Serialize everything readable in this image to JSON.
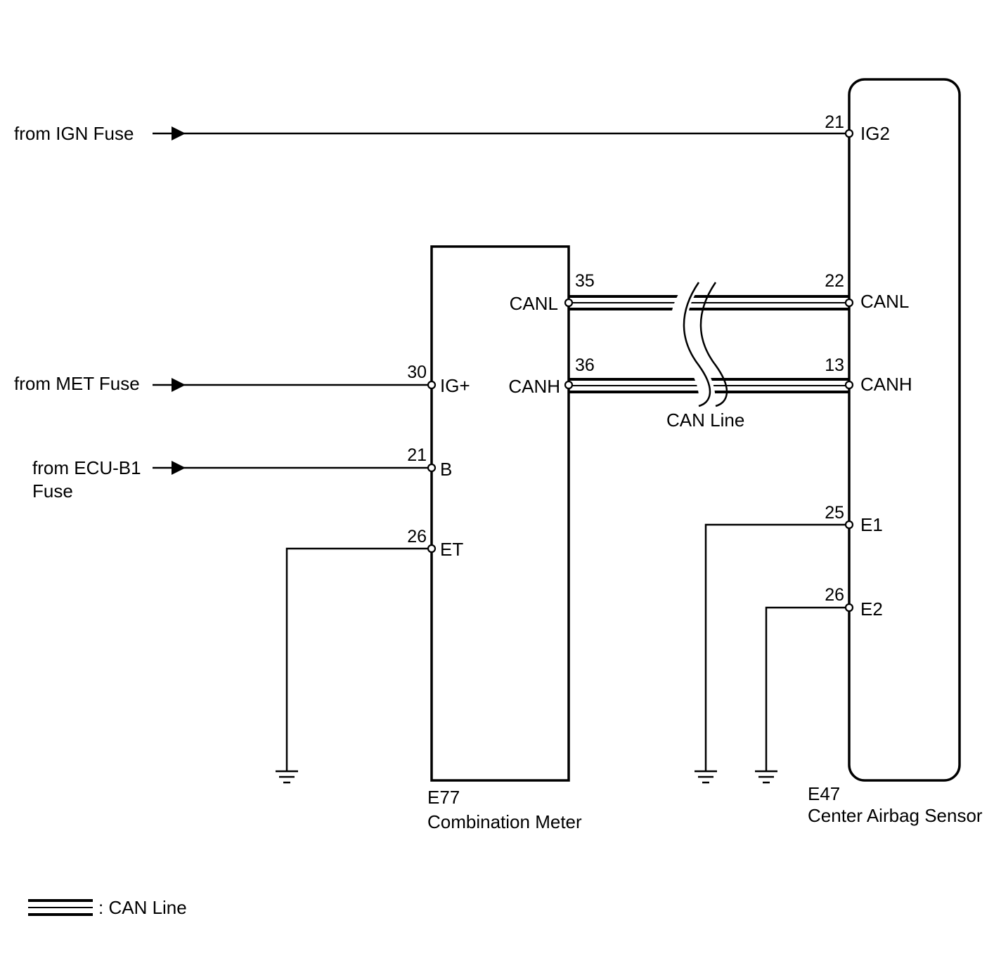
{
  "sources": {
    "ign_fuse": "from IGN Fuse",
    "met_fuse": "from MET Fuse",
    "ecu_b1_line1": "from ECU-B1",
    "ecu_b1_line2": "Fuse"
  },
  "meter": {
    "code": "E77",
    "name": "Combination Meter",
    "pins": {
      "canl": {
        "num": "35",
        "label": "CANL"
      },
      "canh": {
        "num": "36",
        "label": "CANH"
      },
      "igp": {
        "num": "30",
        "label": "IG+"
      },
      "b": {
        "num": "21",
        "label": "B"
      },
      "et": {
        "num": "26",
        "label": "ET"
      }
    }
  },
  "sensor": {
    "code": "E47",
    "name": "Center Airbag Sensor",
    "pins": {
      "ig2": {
        "num": "21",
        "label": "IG2"
      },
      "canl": {
        "num": "22",
        "label": "CANL"
      },
      "canh": {
        "num": "13",
        "label": "CANH"
      },
      "e1": {
        "num": "25",
        "label": "E1"
      },
      "e2": {
        "num": "26",
        "label": "E2"
      }
    }
  },
  "can_line_label": "CAN Line",
  "legend": {
    "text": ": CAN Line"
  }
}
